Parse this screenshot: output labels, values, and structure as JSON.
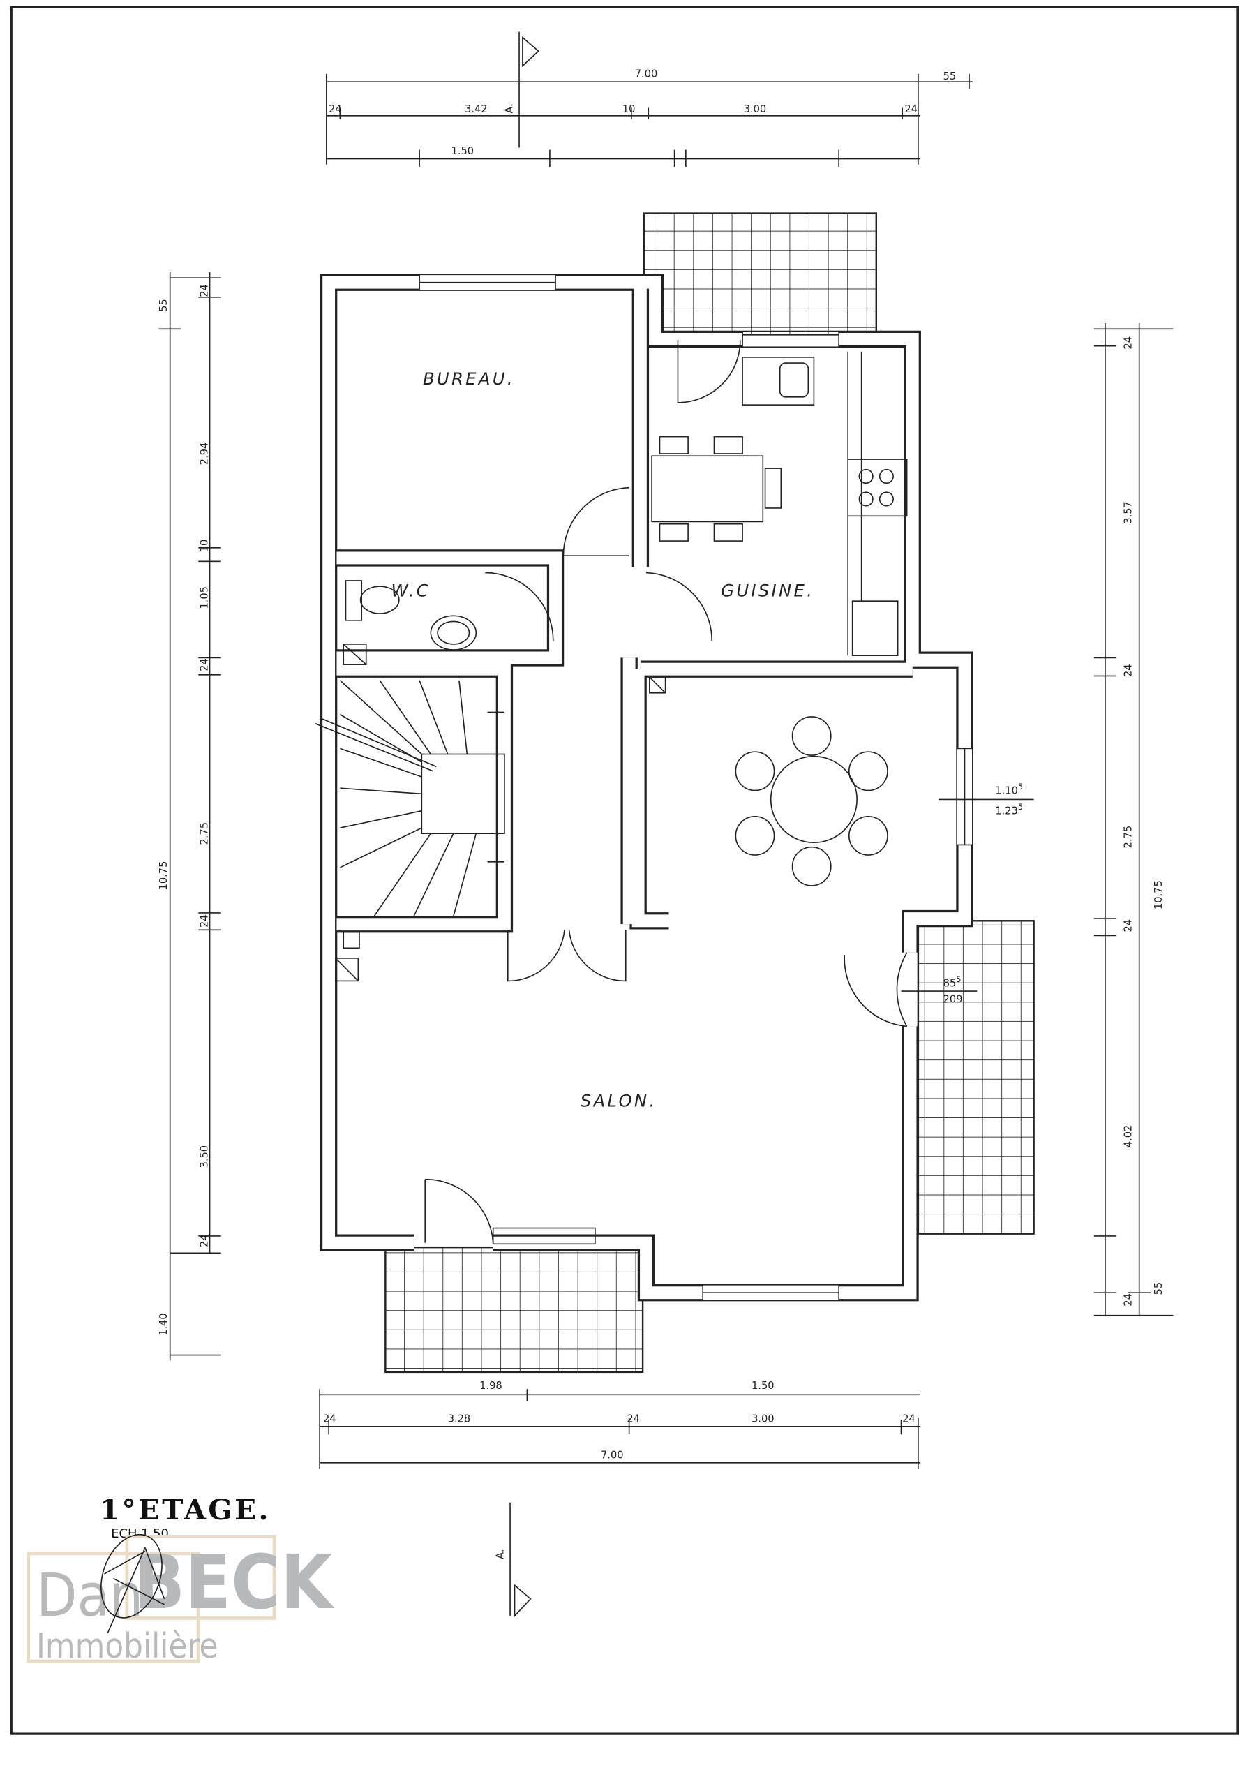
{
  "plan": {
    "title": "1°ETAGE.",
    "scale": "ECH 1.50",
    "section_mark": "A.",
    "rooms": {
      "bureau": "BUREAU.",
      "wc": "W.C",
      "cuisine": "GUISINE.",
      "salon": "SALON."
    },
    "top_dims": {
      "total": "7.00",
      "overhang": "55",
      "left_wall": "24",
      "left_span": "3.42",
      "mid_wall": "10",
      "right_span": "3.00",
      "right_wall": "24",
      "opening": "1.50"
    },
    "bottom_dims": {
      "opening_left": "1.98",
      "opening_right": "1.50",
      "left_wall": "24",
      "left_span": "3.28",
      "mid_wall": "24",
      "right_span": "3.00",
      "right_wall": "24",
      "total": "7.00"
    },
    "left_dims": {
      "top_overhang": "55",
      "w1": "24",
      "bureau": "2.94",
      "w2": "10",
      "wc": "1.05",
      "w3": "24",
      "stair": "2.75",
      "w4": "24",
      "salon": "3.50",
      "w5": "24",
      "total": "10.75",
      "terrace": "1.40"
    },
    "right_dims": {
      "w1": "24",
      "cuisine": "3.57",
      "w2": "24",
      "sejour": "2.75",
      "w3": "24",
      "salon": "4.02",
      "w4": "24",
      "total": "10.75",
      "bottom_overhang": "55"
    },
    "window_annotations": {
      "window_width": "1.10",
      "window_width_sup": "5",
      "window_height": "1.23",
      "window_height_sup": "5",
      "door_width": "85",
      "door_width_sup": "5",
      "door_height": "209"
    }
  },
  "watermark": {
    "brand_first": "Dan",
    "brand_second": "BECK",
    "tagline": "Immobilière"
  },
  "colors": {
    "ink": "#222222",
    "logo_gray": "#b8b9bb",
    "logo_frame": "#e8dcc8"
  }
}
